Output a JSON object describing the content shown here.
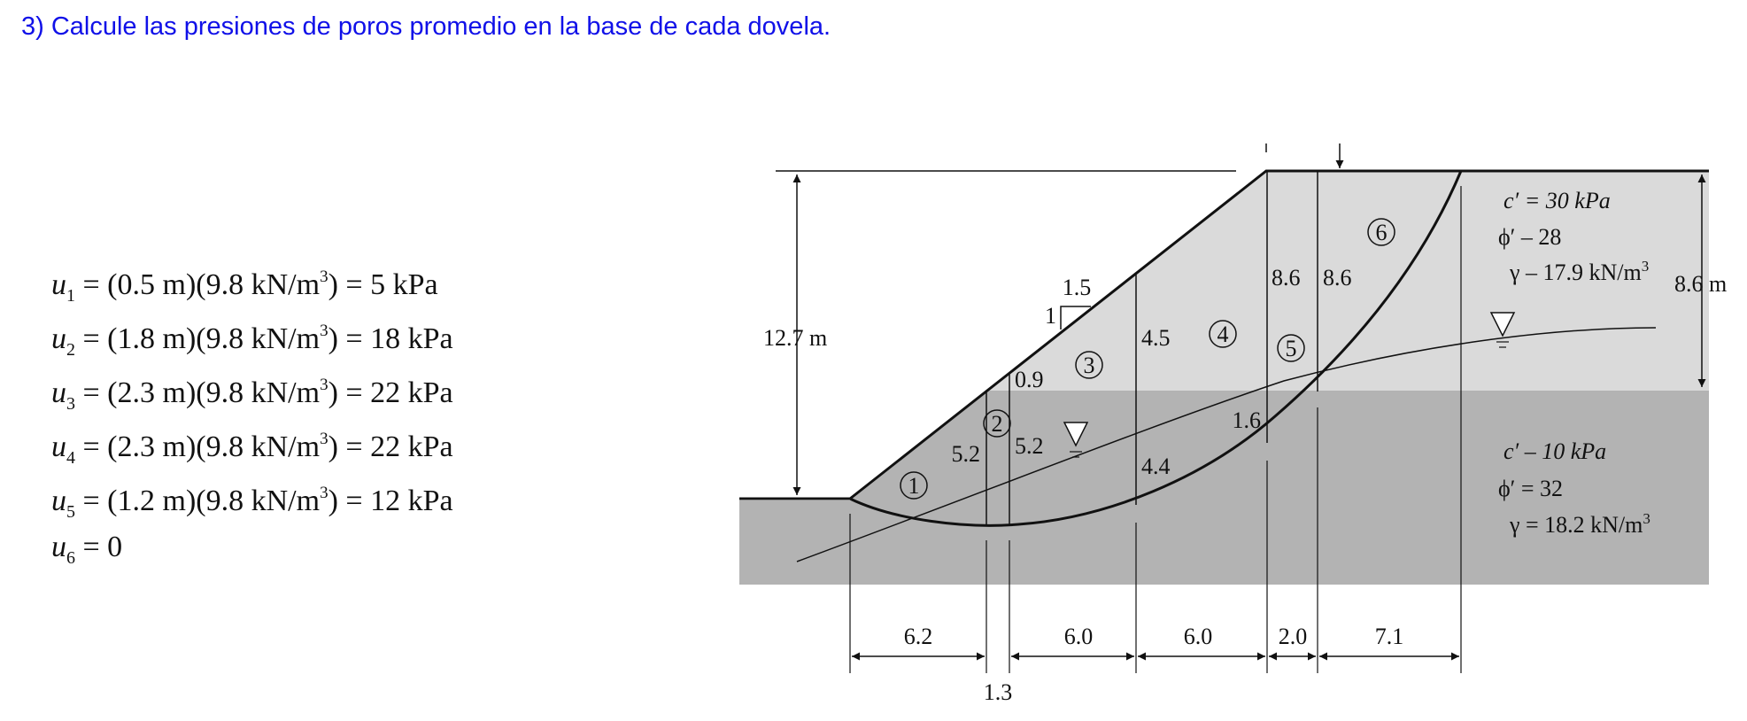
{
  "title": "3) Calcule las presiones de poros promedio en la base de cada dovela.",
  "equations": [
    {
      "var": "u",
      "sub": "1",
      "h": "0.5",
      "result": "5"
    },
    {
      "var": "u",
      "sub": "2",
      "h": "1.8",
      "result": "18"
    },
    {
      "var": "u",
      "sub": "3",
      "h": "2.3",
      "result": "22"
    },
    {
      "var": "u",
      "sub": "4",
      "h": "2.3",
      "result": "22"
    },
    {
      "var": "u",
      "sub": "5",
      "h": "1.2",
      "result": "12"
    }
  ],
  "eq_units": {
    "m": "m",
    "gamma": "9.8 kN/m",
    "cube": "3",
    "kpa": "kPa"
  },
  "u6": {
    "var": "u",
    "sub": "6",
    "rhs": "= 0"
  },
  "figure": {
    "height_total": "12.7 m",
    "height_upper": "8.6 m",
    "slope_h": "1.5",
    "slope_v": "1",
    "upper_soil": {
      "c": "c′ = 30 kPa",
      "phi": "ϕ′ – 28",
      "gamma": "γ – 17.9 kN/m",
      "gamma_sup": "3"
    },
    "lower_soil": {
      "c": "c′ – 10 kPa",
      "phi": "ϕ′ = 32",
      "gamma": "γ = 18.2 kN/m",
      "gamma_sup": "3"
    },
    "slices": [
      "1",
      "2",
      "3",
      "4",
      "5",
      "6"
    ],
    "slice_heights": {
      "a": "5.2",
      "b": "5.2",
      "c": "0.9",
      "d": "4.5",
      "e": "4.4",
      "f": "1.6",
      "g": "8.6",
      "h": "8.6"
    },
    "widths": [
      "6.2",
      "6.0",
      "6.0",
      "2.0",
      "7.1"
    ],
    "width_small": "1.3",
    "colors": {
      "upper": "#dadada",
      "lower": "#b3b3b3",
      "line": "#111111"
    }
  }
}
